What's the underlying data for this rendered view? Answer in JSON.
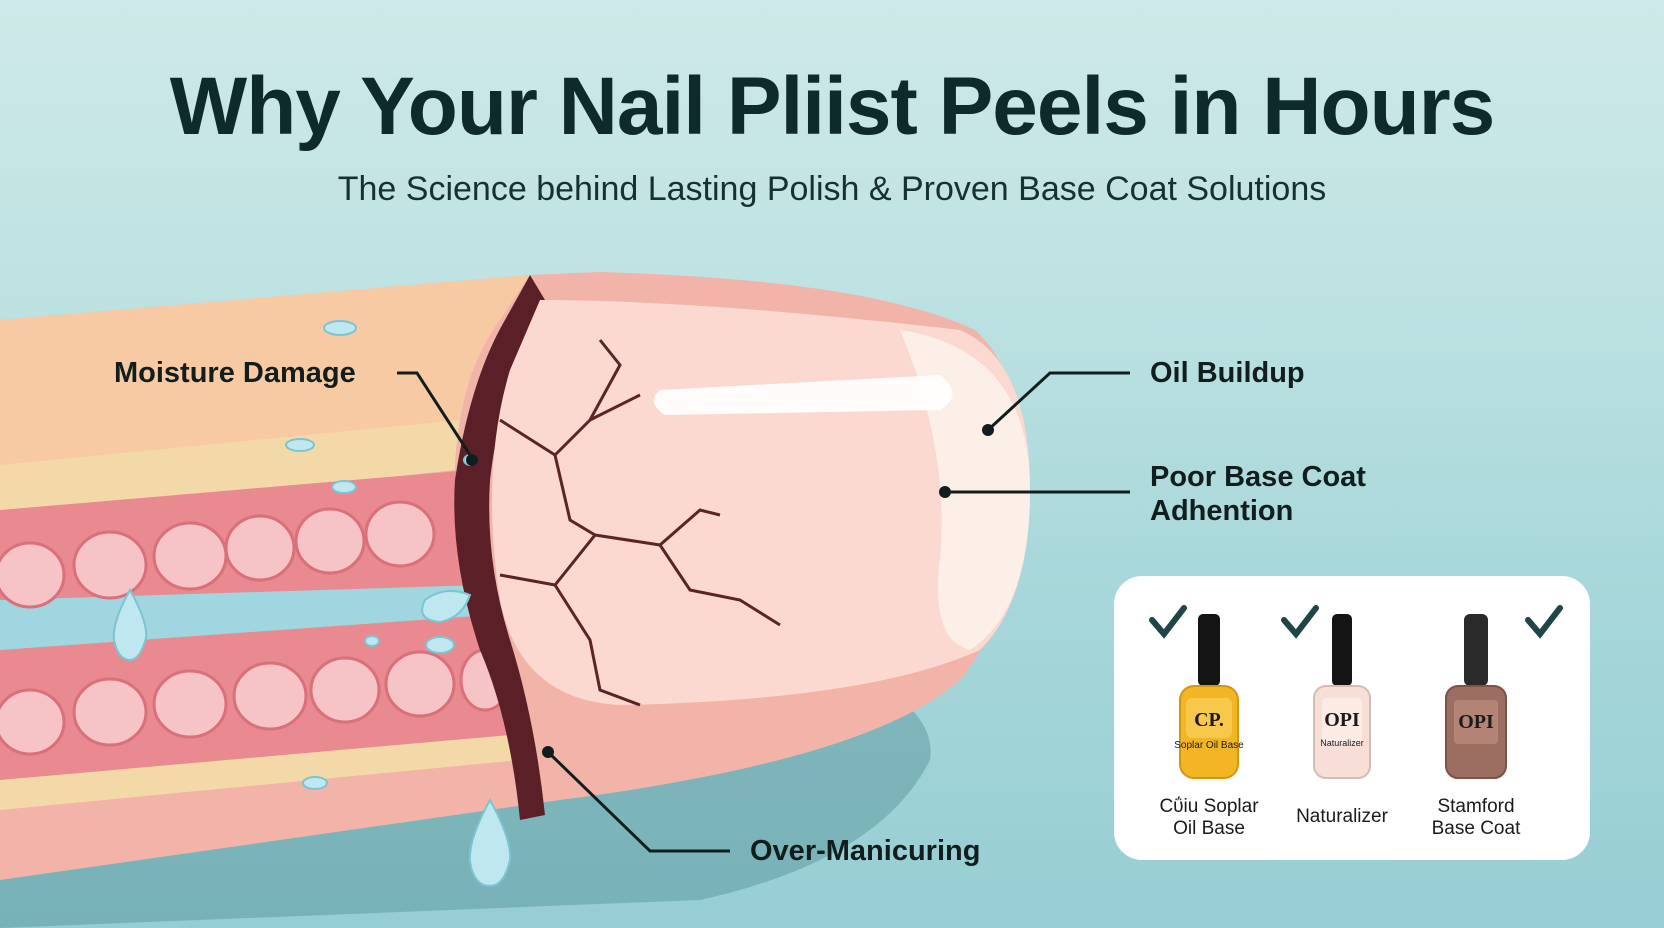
{
  "header": {
    "title": "Why Your Nail Pliist Peels in Hours",
    "subtitle": "The Science behind Lasting Polish & Proven Base Coat Solutions"
  },
  "callouts": {
    "moisture": "Moisture Damage",
    "oil": "Oil Buildup",
    "poor_base_line1": "Poor Base Coat",
    "poor_base_line2": "Adhention",
    "over": "Over-Manicuring"
  },
  "products": [
    {
      "name_line1": "Cΰiu Soplar",
      "name_line2": "Oil Base",
      "brand": "CP.",
      "label_text": "Soplar Oil Base",
      "cap_color": "#141414",
      "body_color": "#f2b624"
    },
    {
      "name_line1": "Naturalizer",
      "name_line2": "",
      "brand": "OPI",
      "label_text": "Naturalizer",
      "cap_color": "#141414",
      "body_color": "#f7ded6"
    },
    {
      "name_line1": "Stamford",
      "name_line2": "Base Coat",
      "brand": "OPI",
      "label_text": "",
      "cap_color": "#2a2a2a",
      "body_color": "#9c6e62"
    }
  ],
  "colors": {
    "skin": "#f3b9ac",
    "nail": "#fbe1d9",
    "tissue": "#f08f98",
    "dark_tissue": "#5b1f27",
    "water": "#bfe7ef",
    "check": "#1f4546"
  },
  "icons": [
    "checkmark-icon",
    "water-drop-icon",
    "nail-polish-bottle-icon"
  ]
}
